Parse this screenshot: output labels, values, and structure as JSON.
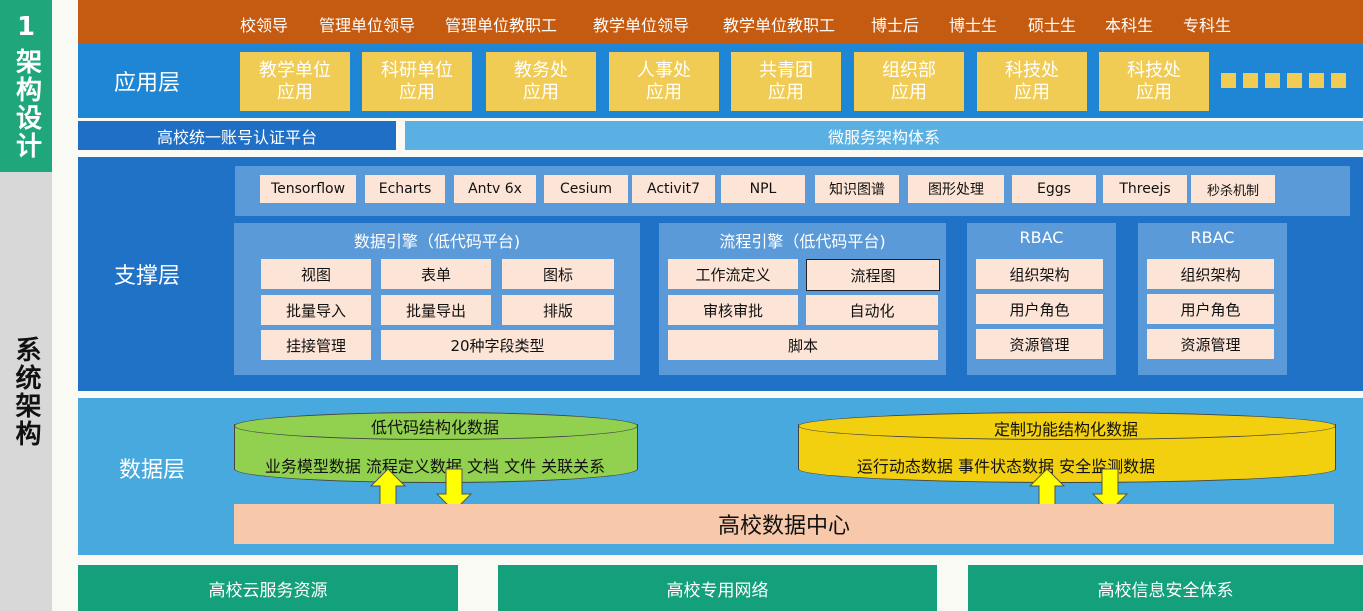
{
  "side": {
    "top": {
      "number": "1",
      "title": "架构设计"
    },
    "bottom": {
      "title": "系统架构"
    }
  },
  "users": [
    "校领导",
    "管理单位领导",
    "管理单位教职工",
    "教学单位领导",
    "教学单位教职工",
    "博士后",
    "博士生",
    "硕士生",
    "本科生",
    "专科生"
  ],
  "app_layer": {
    "label": "应用层",
    "apps": [
      [
        "教学单位",
        "应用"
      ],
      [
        "科研单位",
        "应用"
      ],
      [
        "教务处",
        "应用"
      ],
      [
        "人事处",
        "应用"
      ],
      [
        "共青团",
        "应用"
      ],
      [
        "组织部",
        "应用"
      ],
      [
        "科技处",
        "应用"
      ],
      [
        "科技处",
        "应用"
      ]
    ]
  },
  "platforms": {
    "auth": "高校统一账号认证平台",
    "micro": "微服务架构体系"
  },
  "support_layer": {
    "label": "支撑层",
    "tech": [
      "Tensorflow",
      "Echarts",
      "Antv 6x",
      "Cesium",
      "Activit7",
      "NPL",
      "知识图谱",
      "图形处理",
      "Eggs",
      "Threejs",
      "秒杀机制"
    ],
    "data_engine": {
      "title": "数据引擎（低代码平台)",
      "cells": [
        "视图",
        "表单",
        "图标",
        "批量导入",
        "批量导出",
        "排版",
        "挂接管理",
        "20种字段类型"
      ]
    },
    "flow_engine": {
      "title": "流程引擎（低代码平台)",
      "cells": [
        "工作流定义",
        "流程图",
        "审核审批",
        "自动化",
        "脚本"
      ]
    },
    "rbac1": {
      "title": "RBAC",
      "cells": [
        "组织架构",
        "用户角色",
        "资源管理"
      ]
    },
    "rbac2": {
      "title": "RBAC",
      "cells": [
        "组织架构",
        "用户角色",
        "资源管理"
      ]
    }
  },
  "data_layer": {
    "label": "数据层",
    "low_code": {
      "title": "低代码结构化数据",
      "text": "业务模型数据  流程定义数据  文档  文件  关联关系"
    },
    "custom": {
      "title": "定制功能结构化数据",
      "text": "运行动态数据  事件状态数据  安全监测数据"
    },
    "center": "高校数据中心"
  },
  "infra": [
    "高校云服务资源",
    "高校专用网络",
    "高校信息安全体系"
  ],
  "colors": {
    "user_bar": "#c55a11",
    "app_layer": "#1f86d6",
    "app_box": "#f0cc55",
    "support_layer": "#1f72c6",
    "panel": "#5b9ad8",
    "cell": "#fce4d6",
    "data_layer": "#48a9de",
    "cyl_green": "#92d050",
    "cyl_yellow": "#f2d010",
    "arrow": "#ffff00",
    "infra": "#13a07b"
  }
}
